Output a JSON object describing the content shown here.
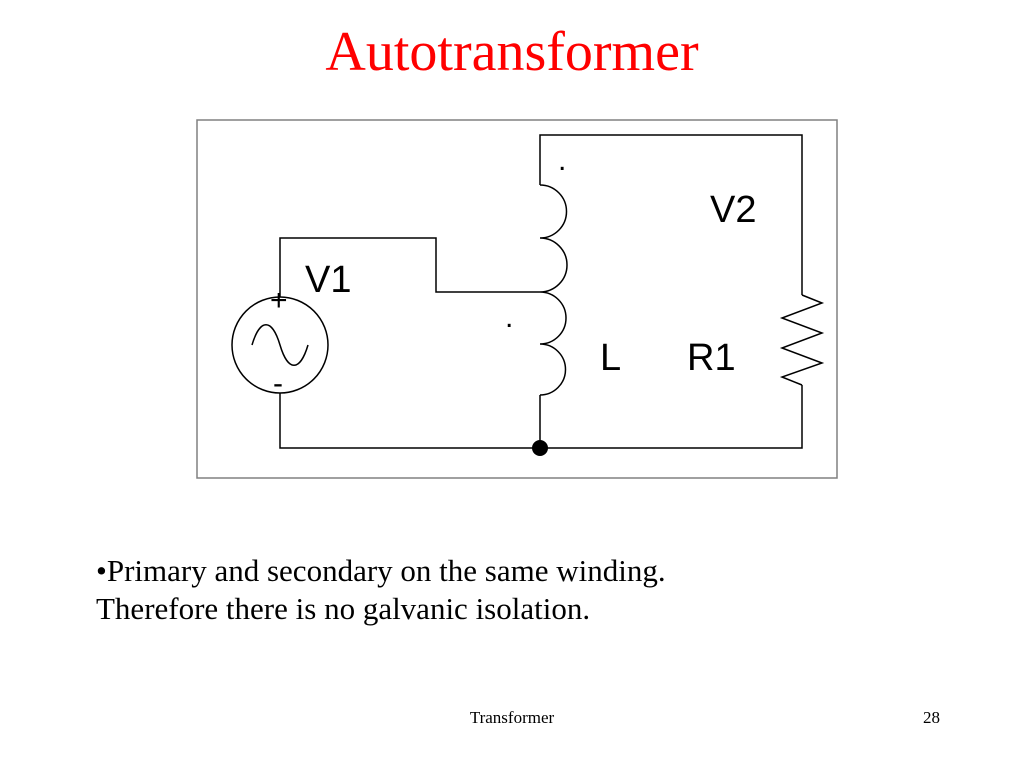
{
  "slide": {
    "title": "Autotransformer",
    "bullet_line1": "•Primary and secondary on the same winding.",
    "bullet_line2": "Therefore there is no galvanic isolation.",
    "footer_label": "Transformer",
    "page_number": "28"
  },
  "diagram": {
    "nodes": {
      "source_label": "V1",
      "plus_sign": "+",
      "minus_sign": "-",
      "output_voltage_label": "V2",
      "inductor_label": "L",
      "resistor_label": "R1",
      "dot_top": ".",
      "dot_middle": "."
    },
    "colors": {
      "title": "#ff0000",
      "wire": "#000000",
      "frame": "#808080"
    }
  }
}
